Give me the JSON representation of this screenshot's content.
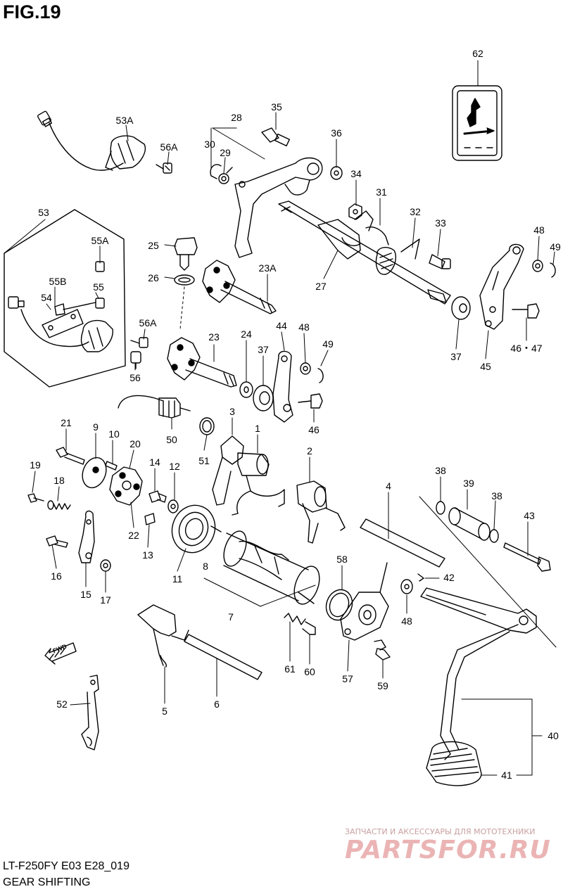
{
  "figure": {
    "title": "FIG.19",
    "model_code": "LT-F250FY E03 E28_019",
    "section_name": "GEAR SHIFTING"
  },
  "watermark": {
    "tagline": "ЗАПЧАСТИ И АКСЕССУАРЫ ДЛЯ МОТОТЕХНИКИ",
    "logo": "PARTSFOR.RU"
  },
  "fwd_label": "FWD",
  "callouts": [
    {
      "id": "c62",
      "label": "62"
    },
    {
      "id": "c53A",
      "label": "53A"
    },
    {
      "id": "c56A_top",
      "label": "56A"
    },
    {
      "id": "c28",
      "label": "28"
    },
    {
      "id": "c30",
      "label": "30"
    },
    {
      "id": "c29",
      "label": "29"
    },
    {
      "id": "c35",
      "label": "35"
    },
    {
      "id": "c36",
      "label": "36"
    },
    {
      "id": "c34",
      "label": "34"
    },
    {
      "id": "c31",
      "label": "31"
    },
    {
      "id": "c32",
      "label": "32"
    },
    {
      "id": "c33",
      "label": "33"
    },
    {
      "id": "c48_top",
      "label": "48"
    },
    {
      "id": "c49_top",
      "label": "49"
    },
    {
      "id": "c53",
      "label": "53"
    },
    {
      "id": "c55A",
      "label": "55A"
    },
    {
      "id": "c55B",
      "label": "55B"
    },
    {
      "id": "c55",
      "label": "55"
    },
    {
      "id": "c54",
      "label": "54"
    },
    {
      "id": "c56A_mid",
      "label": "56A"
    },
    {
      "id": "c56",
      "label": "56"
    },
    {
      "id": "c25",
      "label": "25"
    },
    {
      "id": "c26",
      "label": "26"
    },
    {
      "id": "c23A",
      "label": "23A"
    },
    {
      "id": "c27",
      "label": "27"
    },
    {
      "id": "c37_right",
      "label": "37"
    },
    {
      "id": "c45",
      "label": "45"
    },
    {
      "id": "c46_47",
      "label": "46・47"
    },
    {
      "id": "c23",
      "label": "23"
    },
    {
      "id": "c24",
      "label": "24"
    },
    {
      "id": "c37_mid",
      "label": "37"
    },
    {
      "id": "c44",
      "label": "44"
    },
    {
      "id": "c48_mid",
      "label": "48"
    },
    {
      "id": "c49_mid",
      "label": "49"
    },
    {
      "id": "c46",
      "label": "46"
    },
    {
      "id": "c50",
      "label": "50"
    },
    {
      "id": "c51",
      "label": "51"
    },
    {
      "id": "c3",
      "label": "3"
    },
    {
      "id": "c1",
      "label": "1"
    },
    {
      "id": "c2",
      "label": "2"
    },
    {
      "id": "c21",
      "label": "21"
    },
    {
      "id": "c9",
      "label": "9"
    },
    {
      "id": "c10",
      "label": "10"
    },
    {
      "id": "c20",
      "label": "20"
    },
    {
      "id": "c19",
      "label": "19"
    },
    {
      "id": "c18",
      "label": "18"
    },
    {
      "id": "c14",
      "label": "14"
    },
    {
      "id": "c12",
      "label": "12"
    },
    {
      "id": "c22",
      "label": "22"
    },
    {
      "id": "c13",
      "label": "13"
    },
    {
      "id": "c16",
      "label": "16"
    },
    {
      "id": "c15",
      "label": "15"
    },
    {
      "id": "c17",
      "label": "17"
    },
    {
      "id": "c11",
      "label": "11"
    },
    {
      "id": "c8",
      "label": "8"
    },
    {
      "id": "c7",
      "label": "7"
    },
    {
      "id": "c4",
      "label": "4"
    },
    {
      "id": "c38_left",
      "label": "38"
    },
    {
      "id": "c39",
      "label": "39"
    },
    {
      "id": "c38_right",
      "label": "38"
    },
    {
      "id": "c43",
      "label": "43"
    },
    {
      "id": "c58",
      "label": "58"
    },
    {
      "id": "c42",
      "label": "42"
    },
    {
      "id": "c48_low",
      "label": "48"
    },
    {
      "id": "c61",
      "label": "61"
    },
    {
      "id": "c60",
      "label": "60"
    },
    {
      "id": "c57",
      "label": "57"
    },
    {
      "id": "c59",
      "label": "59"
    },
    {
      "id": "c5",
      "label": "5"
    },
    {
      "id": "c6",
      "label": "6"
    },
    {
      "id": "c52",
      "label": "52"
    },
    {
      "id": "c40",
      "label": "40"
    },
    {
      "id": "c41",
      "label": "41"
    }
  ]
}
